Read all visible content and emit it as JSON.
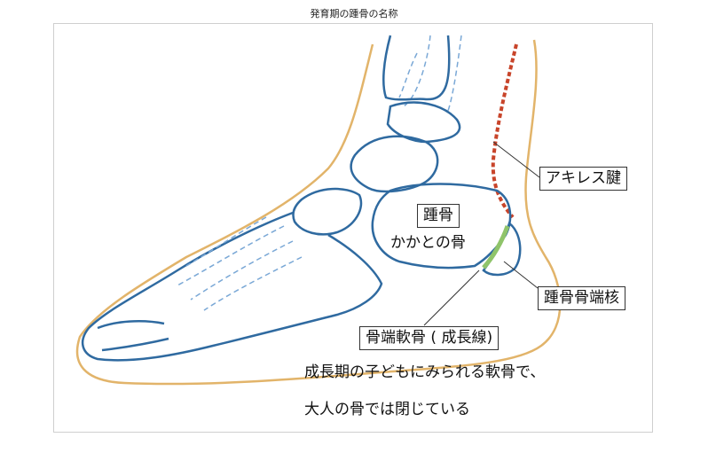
{
  "title": "発育期の踵骨の名称",
  "labels": {
    "achilles": "アキレス腱",
    "calcaneus": "踵骨",
    "heel_bone": "かかとの骨",
    "epiphysis": "踵骨骨端核",
    "growth_plate": "骨端軟骨 ( 成長線)"
  },
  "note": {
    "line1": "成長期の子どもにみられる軟骨で、",
    "line2": "大人の骨では閉じている"
  },
  "colors": {
    "skin": "#e2b46a",
    "bone": "#2f6aa0",
    "bone_dashed": "#7aa8d6",
    "achilles": "#c8442a",
    "cartilage": "#8fc46a"
  }
}
